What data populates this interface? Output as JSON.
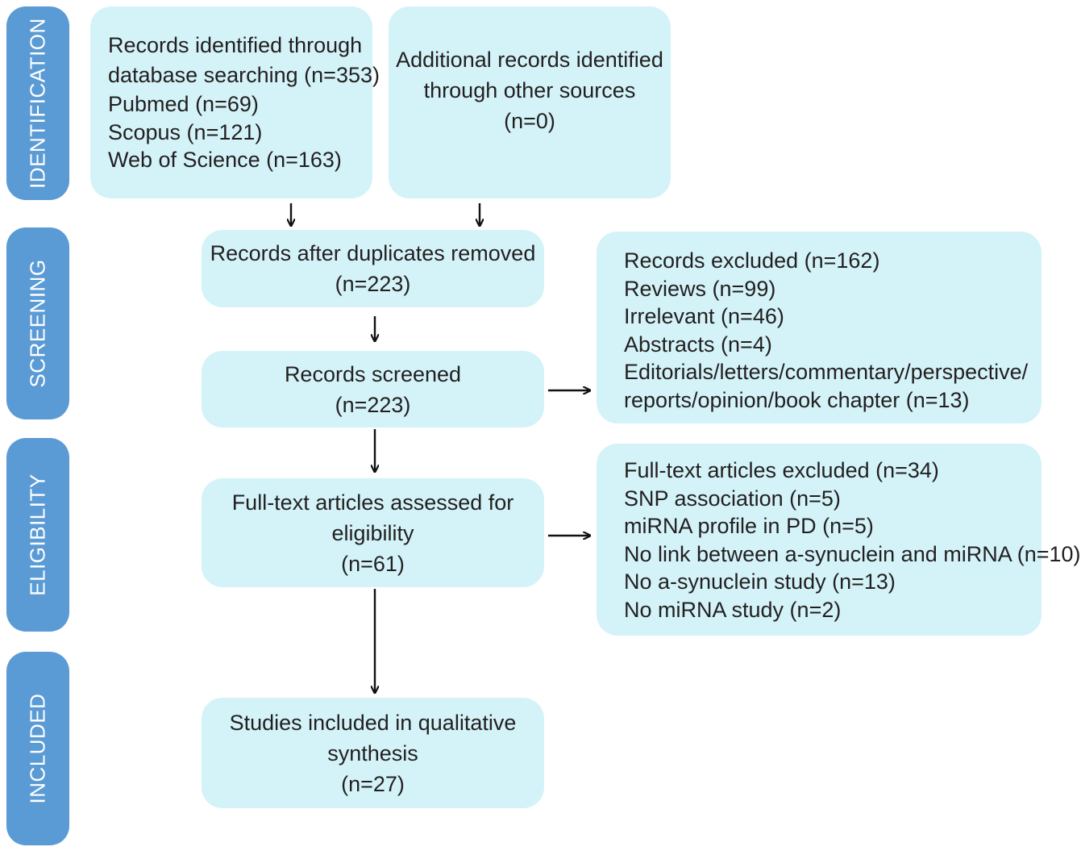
{
  "stages": [
    {
      "id": "identification",
      "label": "IDENTIFICATION"
    },
    {
      "id": "screening",
      "label": "SCREENING"
    },
    {
      "id": "eligibility",
      "label": "ELIGIBILITY"
    },
    {
      "id": "included",
      "label": "INCLUDED"
    }
  ],
  "boxes": {
    "database": {
      "lines": [
        "Records identified through",
        "database searching (n=353)",
        "Pubmed (n=69)",
        "Scopus (n=121)",
        "Web of Science (n=163)"
      ]
    },
    "other_sources": {
      "lines": [
        "Additional records identified",
        "through other sources",
        "(n=0)"
      ]
    },
    "duplicates_removed": {
      "lines": [
        "Records after duplicates removed",
        "(n=223)"
      ]
    },
    "screened": {
      "lines": [
        "Records screened",
        "(n=223)"
      ]
    },
    "records_excluded": {
      "lines": [
        "Records excluded (n=162)",
        "Reviews (n=99)",
        "Irrelevant (n=46)",
        "Abstracts (n=4)",
        "Editorials/letters/commentary/perspective/",
        "reports/opinion/book chapter (n=13)"
      ]
    },
    "fulltext_assessed": {
      "lines": [
        "Full-text articles assessed for",
        "eligibility",
        "(n=61)"
      ]
    },
    "fulltext_excluded": {
      "lines": [
        "Full-text articles excluded (n=34)",
        "SNP association (n=5)",
        "miRNA profile in PD (n=5)",
        "No link between a-synuclein and miRNA (n=10)",
        "No a-synuclein study (n=13)",
        "No miRNA study (n=2)"
      ]
    },
    "included": {
      "lines": [
        "Studies included in qualitative",
        "synthesis",
        "(n=27)"
      ]
    }
  },
  "colors": {
    "box_fill": "#d3f3f8",
    "stage_fill": "#5b9bd5",
    "stage_text": "#ffffff",
    "text": "#231f20",
    "arrow": "#111111"
  }
}
